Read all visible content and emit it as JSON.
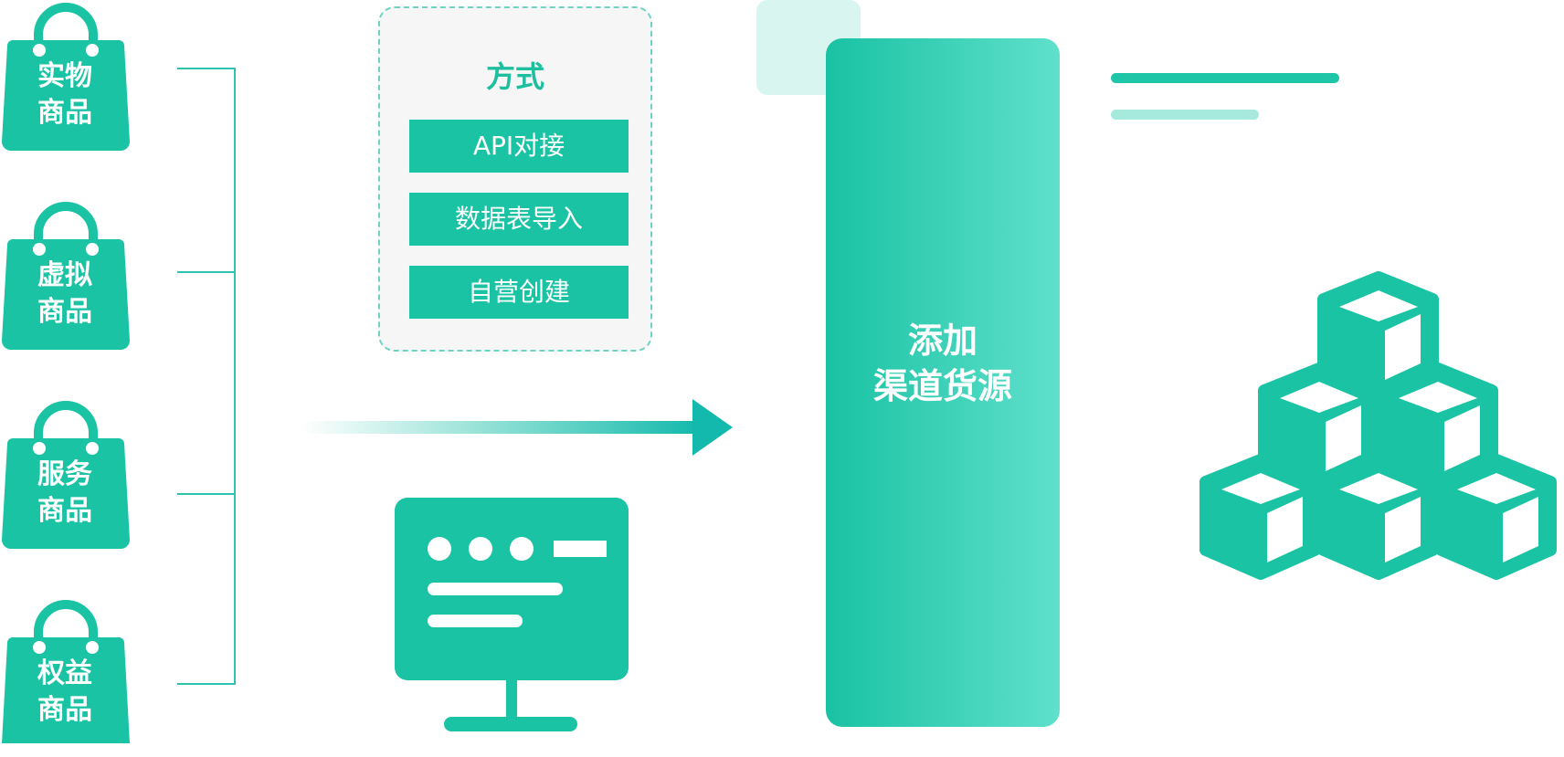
{
  "products": [
    {
      "line1": "实物",
      "line2": "商品"
    },
    {
      "line1": "虚拟",
      "line2": "商品"
    },
    {
      "line1": "服务",
      "line2": "商品"
    },
    {
      "line1": "权益",
      "line2": "商品"
    }
  ],
  "methods": {
    "title": "方式",
    "items": [
      "API对接",
      "数据表导入",
      "自营创建"
    ]
  },
  "column": {
    "line1": "添加",
    "line2": "渠道货源"
  },
  "colors": {
    "primary": "#19c3a3",
    "light": "#5fe0cc",
    "pale": "#d8f5f0"
  },
  "icons": [
    "shopping-bag-icon",
    "arrow-right-icon",
    "monitor-icon",
    "cubes-stack-icon"
  ]
}
